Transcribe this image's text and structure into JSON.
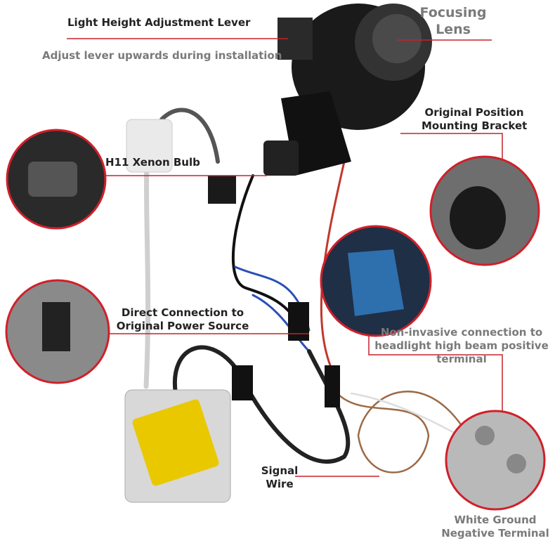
{
  "labels": {
    "lever_title": "Light Height Adjustment Lever",
    "lever_note": "Adjust lever upwards during installation",
    "lens_line1": "Focusing",
    "lens_line2": "Lens",
    "bracket_line1": "Original Position",
    "bracket_line2": "Mounting Bracket",
    "bulb": "H11 Xenon Bulb",
    "power_line1": "Direct Connection to",
    "power_line2": "Original Power Source",
    "noninvasive_line1": "Non-invasive connection to",
    "noninvasive_line2": "headlight high beam positive",
    "noninvasive_line3": "terminal",
    "signal_line1": "Signal",
    "signal_line2": "Wire",
    "ground_line1": "White Ground",
    "ground_line2": "Negative Terminal"
  },
  "colors": {
    "callout_line": "#c8202a",
    "circle_border": "#d0202a",
    "text_dark": "#222222",
    "text_grey": "#7a7a7a"
  }
}
